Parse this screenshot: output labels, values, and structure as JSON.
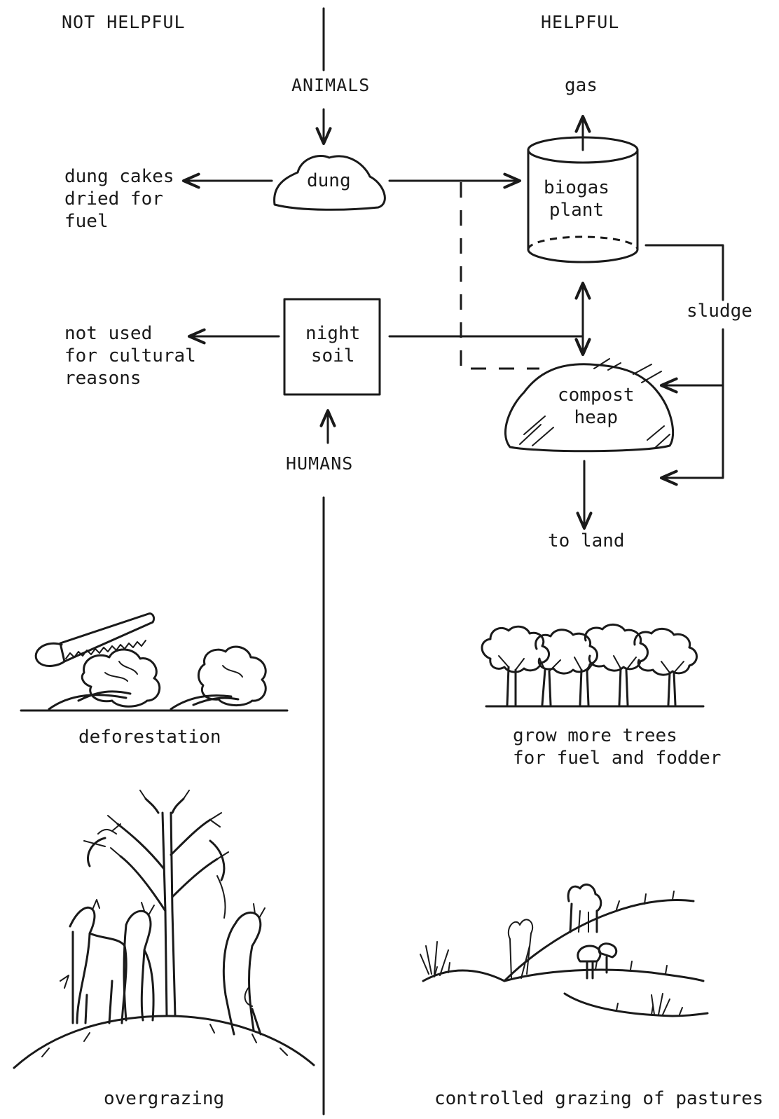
{
  "headers": {
    "left": "NOT HELPFUL",
    "right": "HELPFUL"
  },
  "flow": {
    "animals": "ANIMALS",
    "humans": "HUMANS",
    "dung": "dung",
    "night_soil": "night\nsoil",
    "biogas_plant": "biogas\nplant",
    "gas": "gas",
    "sludge": "sludge",
    "compost_heap": "compost\nheap",
    "to_land": "to land",
    "dung_cakes": "dung cakes\ndried for\nfuel",
    "not_used": "not used\nfor cultural\nreasons"
  },
  "illustrations": {
    "deforestation": "deforestation",
    "grow_trees": "grow more trees\nfor fuel and fodder",
    "overgrazing": "overgrazing",
    "controlled_grazing": "controlled grazing of pastures"
  }
}
